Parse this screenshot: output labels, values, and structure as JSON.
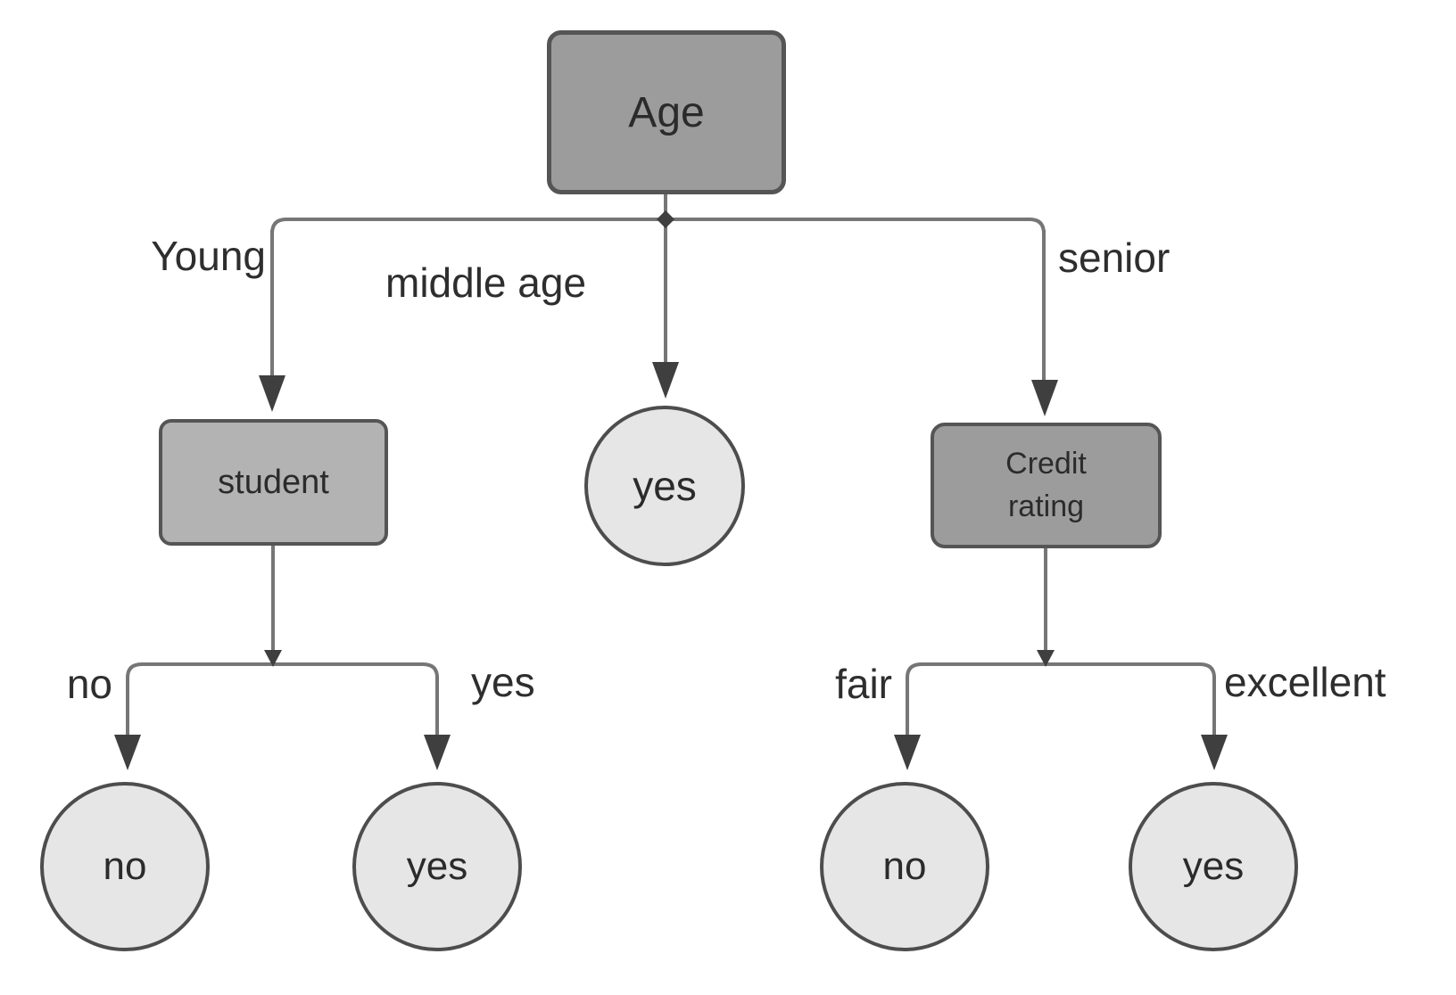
{
  "diagram": {
    "type": "decision-tree",
    "nodes": {
      "age": {
        "label": "Age",
        "shape": "rounded-rect"
      },
      "student": {
        "label": "student",
        "shape": "rounded-rect"
      },
      "credit_rating": {
        "label": "Credit rating",
        "shape": "rounded-rect"
      },
      "middle_leaf": {
        "label": "yes",
        "shape": "circle"
      },
      "student_no_leaf": {
        "label": "no",
        "shape": "circle"
      },
      "student_yes_leaf": {
        "label": "yes",
        "shape": "circle"
      },
      "credit_fair_leaf": {
        "label": "no",
        "shape": "circle"
      },
      "credit_excellent_leaf": {
        "label": "yes",
        "shape": "circle"
      }
    },
    "edges": [
      {
        "from": "age",
        "to": "student",
        "label": "Young"
      },
      {
        "from": "age",
        "to": "middle_leaf",
        "label": "middle age"
      },
      {
        "from": "age",
        "to": "credit_rating",
        "label": "senior"
      },
      {
        "from": "student",
        "to": "student_no_leaf",
        "label": "no"
      },
      {
        "from": "student",
        "to": "student_yes_leaf",
        "label": "yes"
      },
      {
        "from": "credit_rating",
        "to": "credit_fair_leaf",
        "label": "fair"
      },
      {
        "from": "credit_rating",
        "to": "credit_excellent_leaf",
        "label": "excellent"
      }
    ]
  },
  "colors": {
    "bg": "#ffffff",
    "decision-fill": "#9c9c9c",
    "decision-fill-light": "#b3b3b3",
    "node-border": "#555555",
    "leaf-fill": "#e6e6e6",
    "leaf-border": "#4d4d4d",
    "edge-line": "#767676",
    "arrow": "#3f3f3f",
    "label-text": "#2e2e2e",
    "node-text": "#2b2b2b"
  }
}
